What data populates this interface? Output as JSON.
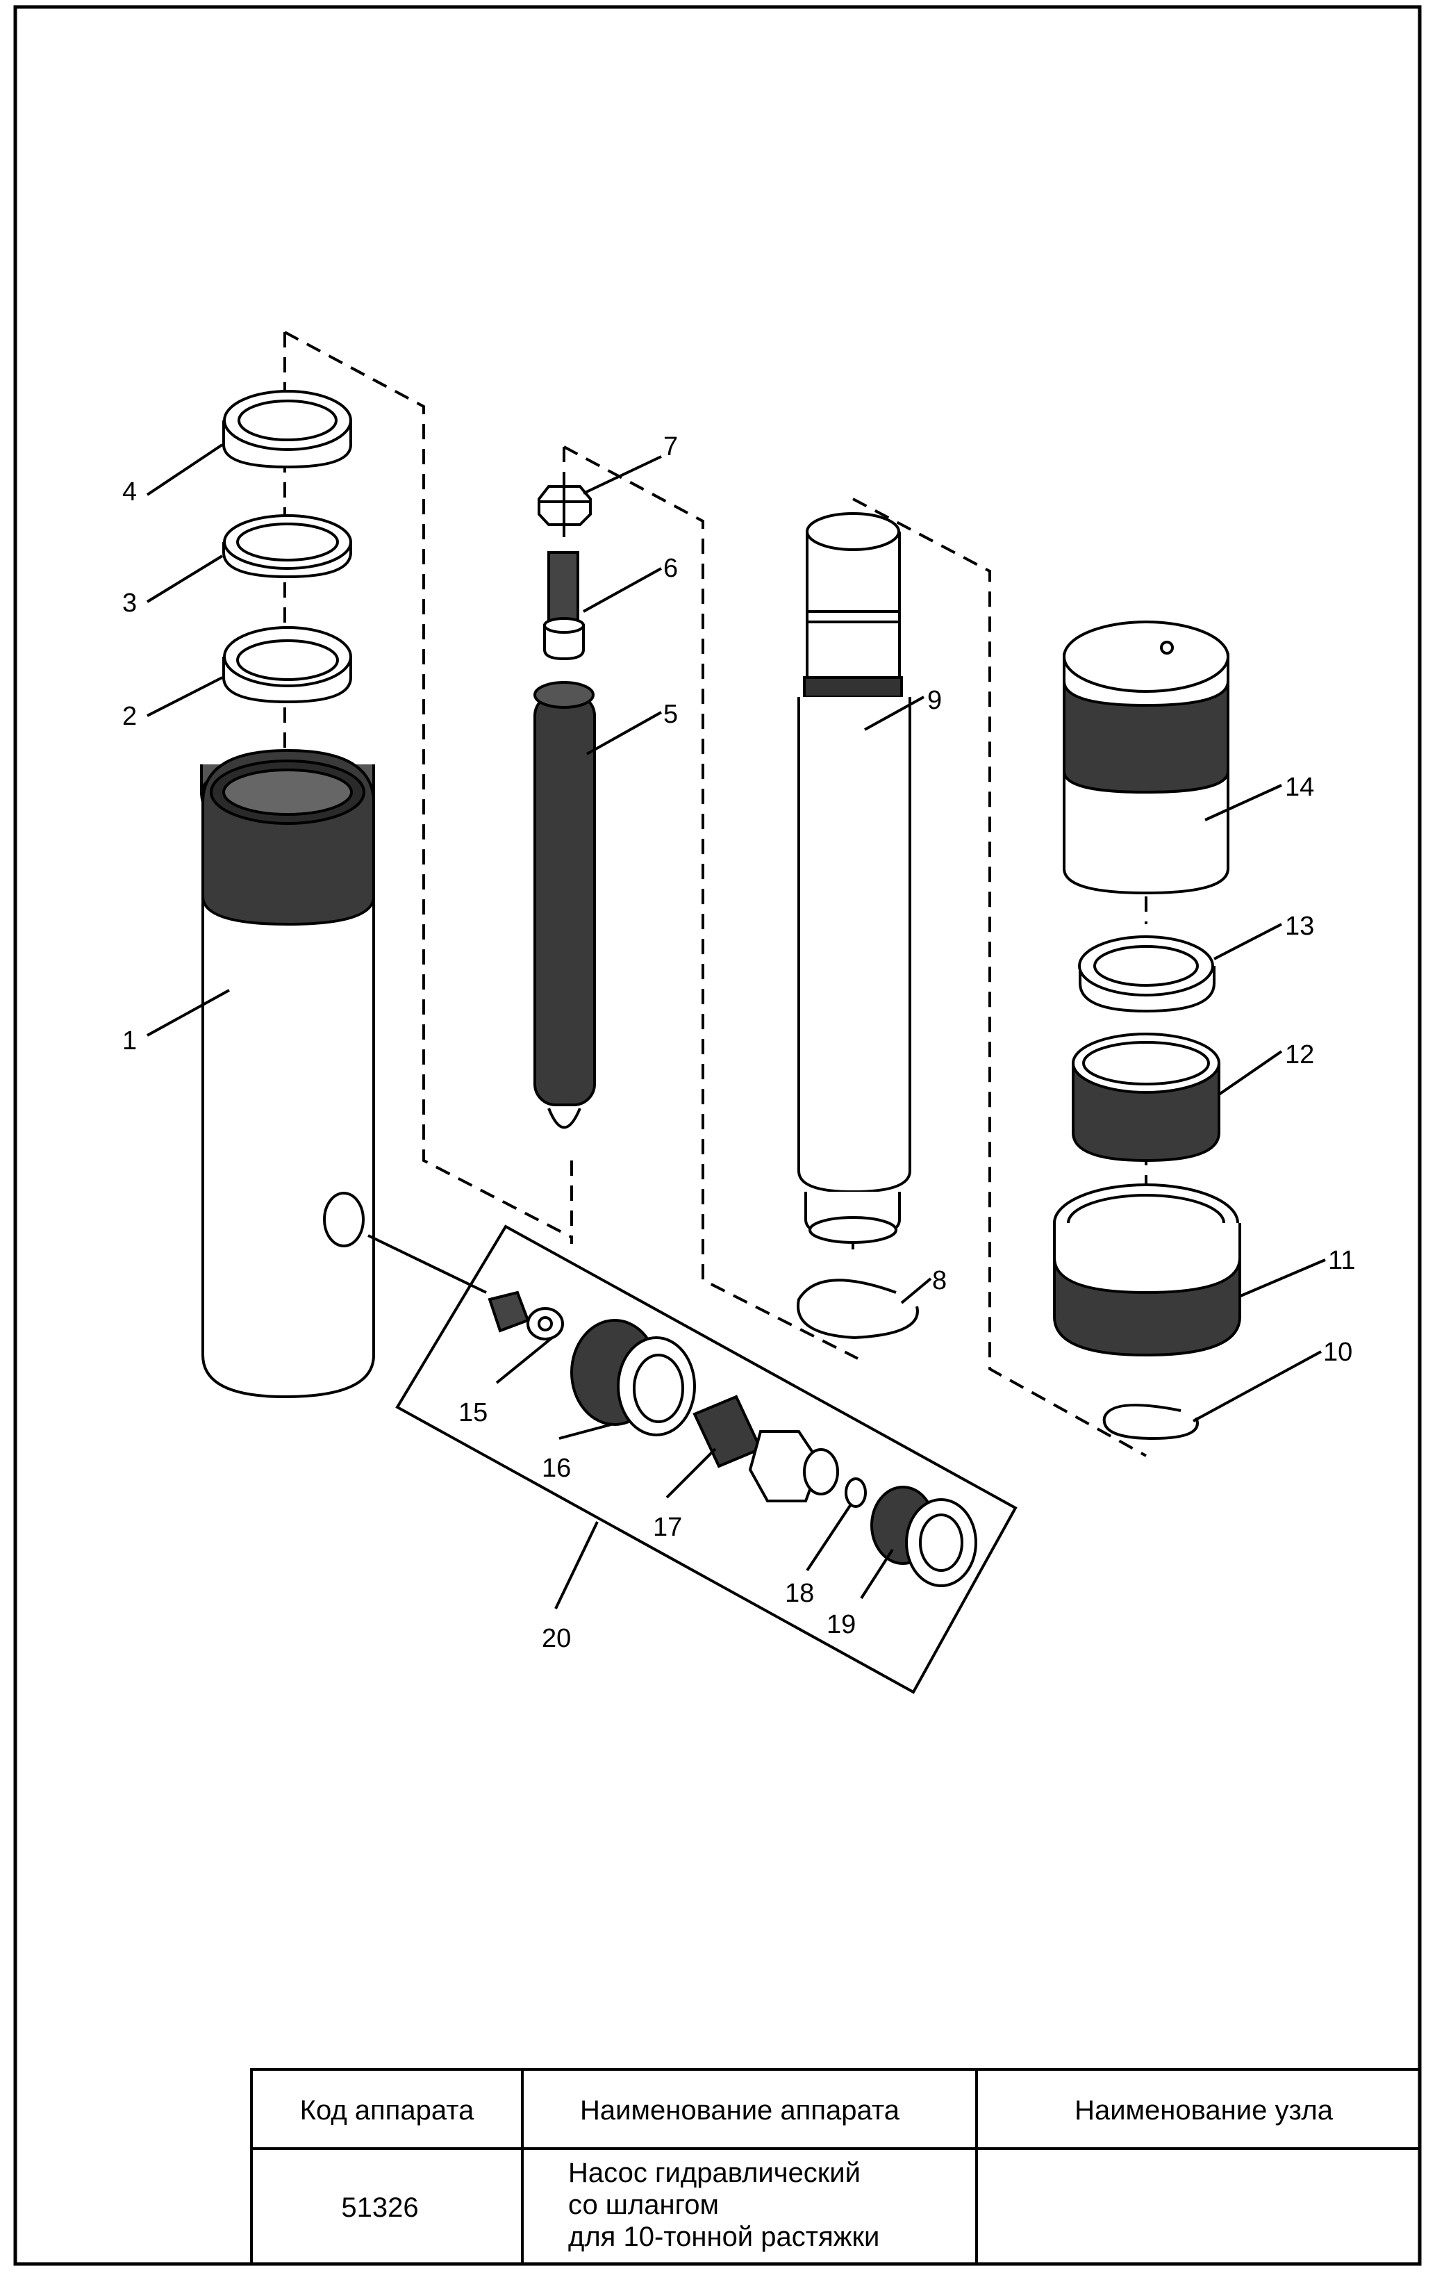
{
  "callouts": {
    "c1": "1",
    "c2": "2",
    "c3": "3",
    "c4": "4",
    "c5": "5",
    "c6": "6",
    "c7": "7",
    "c8": "8",
    "c9": "9",
    "c10": "10",
    "c11": "11",
    "c12": "12",
    "c13": "13",
    "c14": "14",
    "c15": "15",
    "c16": "16",
    "c17": "17",
    "c18": "18",
    "c19": "19",
    "c20": "20"
  },
  "title_block": {
    "headers": {
      "code": "Код аппарата",
      "device_name": "Наименование аппарата",
      "unit_name": "Наименование узла"
    },
    "row": {
      "code": "51326",
      "device_name_lines": [
        "Насос гидравлический",
        "со шлангом",
        "для 10-тонной растяжки"
      ],
      "unit_name": ""
    }
  }
}
